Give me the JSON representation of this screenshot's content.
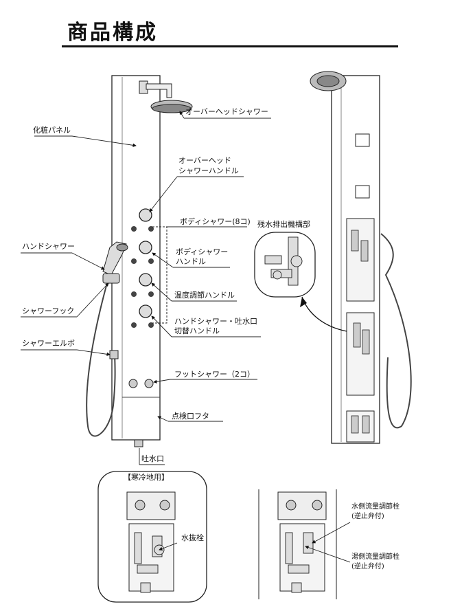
{
  "title": "商品構成",
  "labels": {
    "overhead_shower": "オーバーヘッドシャワー",
    "decor_panel": "化粧パネル",
    "overhead_handle_1": "オーバーヘッド",
    "overhead_handle_2": "シャワーハンドル",
    "body_shower": "ボディシャワー(8コ)",
    "residual_drain": "残水排出機構部",
    "hand_shower": "ハンドシャワー",
    "body_handle_1": "ボディシャワー",
    "body_handle_2": "ハンドル",
    "temp_handle": "温度調節ハンドル",
    "shower_hook": "シャワーフック",
    "switch_handle_1": "ハンドシャワー・吐水口",
    "switch_handle_2": "切替ハンドル",
    "shower_elbow": "シャワーエルボ",
    "foot_shower": "フットシャワー（2コ）",
    "inspection_lid": "点検口フタ",
    "spout": "吐水口",
    "cold_region": "【寒冷地用】",
    "drain_plug": "水抜栓",
    "cold_valve_1": "水側流量調節栓",
    "cold_valve_2": "(逆止弁付)",
    "hot_valve_1": "湯側流量調節栓",
    "hot_valve_2": "(逆止弁付)"
  }
}
